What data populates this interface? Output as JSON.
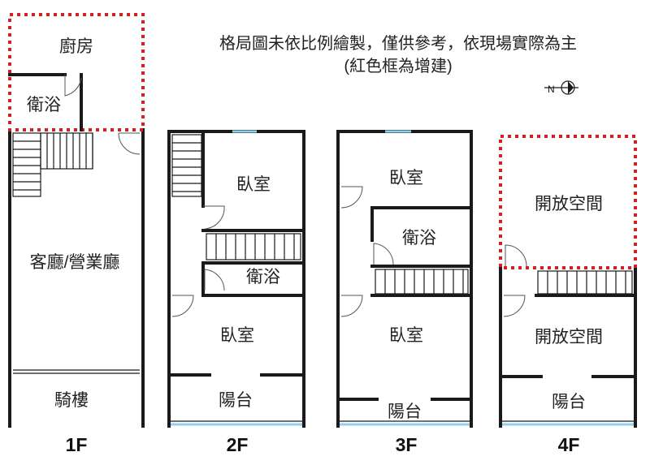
{
  "header": {
    "note_line1": "格局圖未依比例繪製，僅供參考，依現場實際為主",
    "note_line2": "(紅色框為增建)",
    "compass_letter": "N"
  },
  "floors": {
    "f1": {
      "label": "1F",
      "rooms": {
        "kitchen": "廚房",
        "bath": "衛浴",
        "living": "客廳/營業廳",
        "arcade": "騎樓"
      }
    },
    "f2": {
      "label": "2F",
      "rooms": {
        "bedroom_top": "臥室",
        "bath": "衛浴",
        "bedroom_bottom": "臥室",
        "balcony": "陽台"
      }
    },
    "f3": {
      "label": "3F",
      "rooms": {
        "bedroom_top": "臥室",
        "bath": "衛浴",
        "bedroom_bottom": "臥室",
        "balcony": "陽台"
      }
    },
    "f4": {
      "label": "4F",
      "rooms": {
        "open_top": "開放空間",
        "open_bottom": "開放空間",
        "balcony": "陽台"
      }
    }
  },
  "colors": {
    "wall": "#1a1a1a",
    "addition_frame": "#d42020",
    "window": "#8fd0ea"
  }
}
